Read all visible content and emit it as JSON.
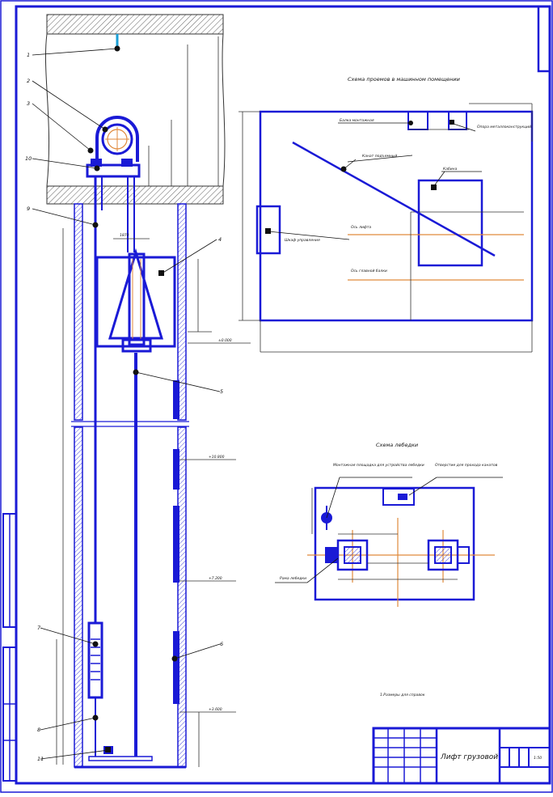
{
  "drawing": {
    "title_block_name": "Лифт грузовой",
    "scale": "1:50",
    "footer_note": "1.Размеры для справок"
  },
  "callouts": {
    "c1": "1",
    "c2": "2",
    "c3": "3",
    "c4": "4",
    "c5": "5",
    "c6": "6",
    "c7": "7",
    "c8": "8",
    "c9": "9",
    "c10": "10",
    "c11": "11"
  },
  "elevations": {
    "e1": "±0.000",
    "e2": "+3.600",
    "e3": "+7.200",
    "e4": "+10.800"
  },
  "opening_scheme": {
    "title": "Схема проемов в машинном помещении",
    "labels": {
      "hook_beam": "Балка монтажная",
      "rope_axis": "Канат подъемный",
      "cabin": "Кабина",
      "lift_axis": "Ось лифта",
      "machine_axis": "Ось главной балки",
      "control_box": "Шкаф управления",
      "support": "Опора металлоконструкций"
    }
  },
  "machine_room": {
    "title": "Схема лебедки",
    "labels": {
      "winch_install": "Монтажная площадка для устройства лебедки",
      "hole_for_ropes": "Отверстие для прохода канатов",
      "frame": "Рама лебедки"
    }
  }
}
